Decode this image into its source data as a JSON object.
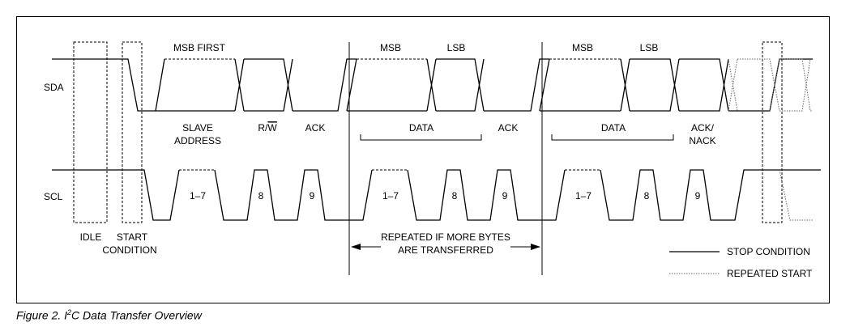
{
  "labels": {
    "sda": "SDA",
    "scl": "SCL",
    "msb_first": "MSB FIRST",
    "msb_1": "MSB",
    "lsb_1": "LSB",
    "msb_2": "MSB",
    "lsb_2": "LSB",
    "slave": "SLAVE",
    "address": "ADDRESS",
    "rw_r": "R/",
    "rw_w": "W",
    "ack_1": "ACK",
    "data_1": "DATA",
    "ack_2": "ACK",
    "data_2": "DATA",
    "ack_nack_1": "ACK/",
    "ack_nack_2": "NACK",
    "pulse_1_7_a": "1–7",
    "pulse_8_a": "8",
    "pulse_9_a": "9",
    "pulse_1_7_b": "1–7",
    "pulse_8_b": "8",
    "pulse_9_b": "9",
    "pulse_1_7_c": "1–7",
    "pulse_8_c": "8",
    "pulse_9_c": "9",
    "idle": "IDLE",
    "start": "START",
    "condition": "CONDITION",
    "repeated_1": "REPEATED IF MORE BYTES",
    "repeated_2": "ARE TRANSFERRED",
    "legend_stop": "STOP CONDITION",
    "legend_repeated_start": "REPEATED START"
  },
  "caption": {
    "prefix": "Figure 2. I",
    "sup": "2",
    "suffix": "C Data Transfer Overview"
  }
}
